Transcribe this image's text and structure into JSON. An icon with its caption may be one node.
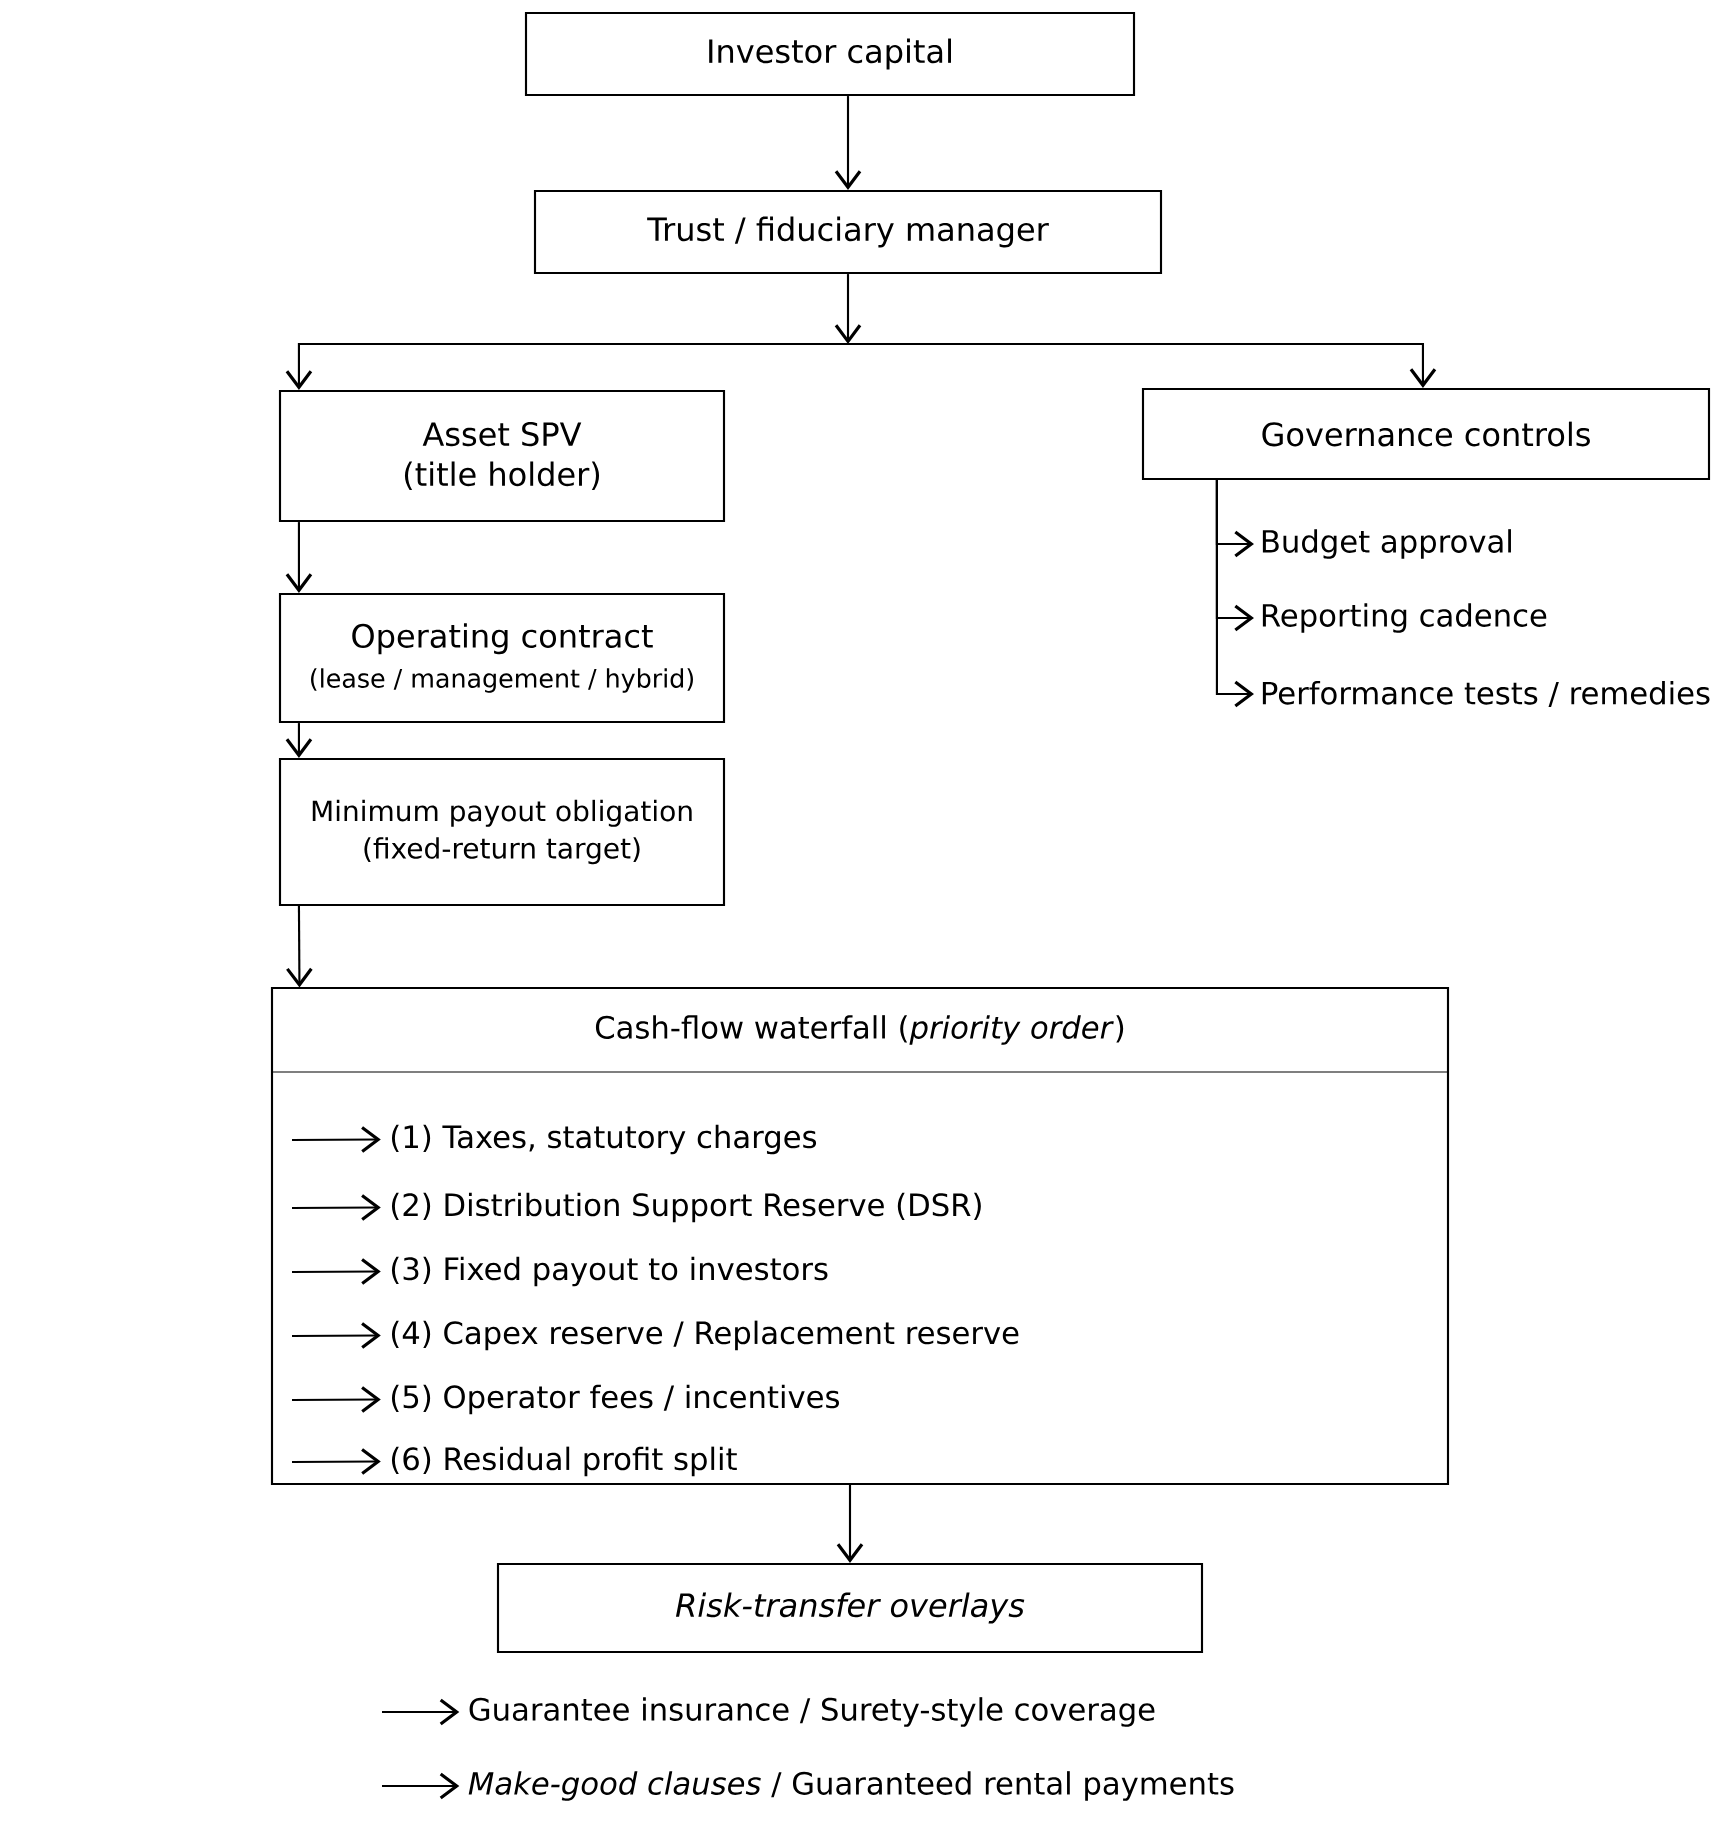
{
  "diagram": {
    "nodes": [
      {
        "text": [
          "Investor capital"
        ]
      },
      {
        "text": [
          "Trust / fiduciary manager"
        ]
      },
      {
        "text": [
          "Asset SPV",
          "(title holder)"
        ]
      },
      {
        "text": [
          "Governance controls"
        ]
      },
      {
        "text": [
          "Budget approval"
        ]
      },
      {
        "text": [
          "Reporting cadence"
        ]
      },
      {
        "text": [
          "Performance tests / remedies"
        ]
      },
      {
        "text": [
          "Operating contract",
          "(lease / management / hybrid)"
        ]
      },
      {
        "text": [
          "Minimum payout obligation",
          "(fixed-return target)"
        ]
      },
      {
        "text": [
          "Cash-flow waterfall (*priority order*)"
        ]
      },
      {
        "text": [
          "(1) Taxes, statutory charges"
        ],
        "in": 9
      },
      {
        "text": [
          "(2) Distribution Support Reserve (DSR)"
        ],
        "in": 9
      },
      {
        "text": [
          "(3) Fixed payout to investors"
        ],
        "in": 9
      },
      {
        "text": [
          "(4) Capex reserve / Replacement reserve"
        ],
        "in": 9
      },
      {
        "text": [
          "(5) Operator fees / incentives"
        ],
        "in": 9
      },
      {
        "text": [
          "(6) Residual profit split"
        ],
        "in": 9
      },
      {
        "text": [
          "Risk-transfer overlays"
        ]
      },
      {
        "text": [
          "Guarantee insurance / Surety-style coverage"
        ]
      },
      {
        "text": [
          "*Make-good clauses* / Guaranteed rental payments"
        ]
      }
    ],
    "edges": [
      {
        "from": 0,
        "to": 1,
        "arrow": "to"
      },
      {
        "from": 1,
        "to": 2,
        "arrow": "to"
      },
      {
        "from": 1,
        "to": 3,
        "arrow": "to"
      },
      {
        "from": 3,
        "to": 4,
        "arrow": "to"
      },
      {
        "from": 3,
        "to": 5,
        "arrow": "to"
      },
      {
        "from": 3,
        "to": 6,
        "arrow": "to"
      },
      {
        "from": 2,
        "to": 7,
        "arrow": "to"
      },
      {
        "from": 7,
        "to": 8,
        "arrow": "to"
      },
      {
        "from": 8,
        "to": 9,
        "arrow": "to"
      },
      {
        "from": null,
        "to": 10,
        "arrow": "to"
      },
      {
        "from": null,
        "to": 11,
        "arrow": "to"
      },
      {
        "from": null,
        "to": 12,
        "arrow": "to"
      },
      {
        "from": null,
        "to": 13,
        "arrow": "to"
      },
      {
        "from": null,
        "to": 14,
        "arrow": "to"
      },
      {
        "from": null,
        "to": 15,
        "arrow": "to"
      },
      {
        "from": 9,
        "to": 16,
        "arrow": "to"
      },
      {
        "from": null,
        "to": 17,
        "arrow": "to"
      },
      {
        "from": null,
        "to": 18,
        "arrow": "to"
      }
    ]
  }
}
